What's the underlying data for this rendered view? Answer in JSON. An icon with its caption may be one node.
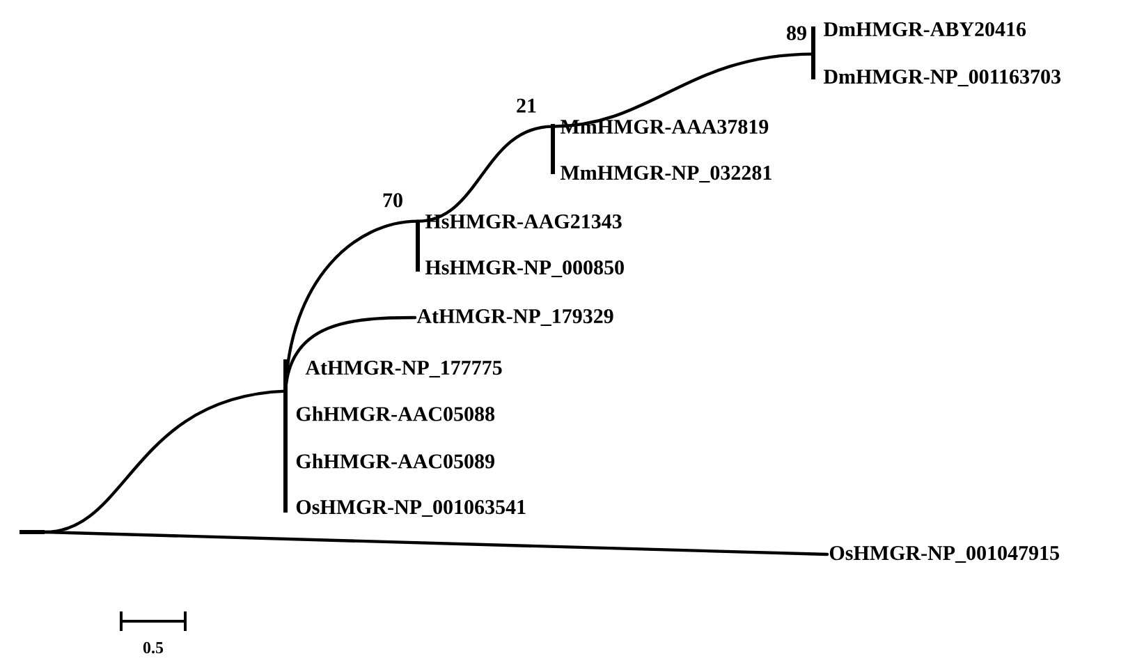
{
  "diagram": {
    "nodes": [
      {
        "text": [],
        "shape": "line"
      },
      {
        "text": [],
        "shape": "bar"
      },
      {
        "text": [
          "AtHMGR-NP_177775"
        ]
      },
      {
        "text": [
          "GhHMGR-AAC05088"
        ]
      },
      {
        "text": [
          "GhHMGR-AAC05089"
        ]
      },
      {
        "text": [
          "OsHMGR-NP_001063541"
        ]
      },
      {
        "text": [
          "AtHMGR-NP_179329"
        ]
      },
      {
        "text": [],
        "shape": "bar",
        "beside": [
          "70"
        ]
      },
      {
        "text": [
          "HsHMGR-AAG21343"
        ]
      },
      {
        "text": [
          "HsHMGR-NP_000850"
        ]
      },
      {
        "text": [],
        "shape": "bar",
        "beside": [
          "21"
        ]
      },
      {
        "text": [
          "MmHMGR-AAA37819"
        ]
      },
      {
        "text": [
          "MmHMGR-NP_032281"
        ]
      },
      {
        "text": [],
        "shape": "bar",
        "beside": [
          "89"
        ]
      },
      {
        "text": [
          "DmHMGR-ABY20416"
        ]
      },
      {
        "text": [
          "DmHMGR-NP_001163703"
        ]
      },
      {
        "text": [
          "OsHMGR-NP_001047915"
        ]
      }
    ],
    "edges": [
      {
        "from": 0,
        "to": 1,
        "arrow": "none"
      },
      {
        "from": 0,
        "to": 16,
        "arrow": "none"
      },
      {
        "from": 1,
        "to": 6,
        "arrow": "none"
      },
      {
        "from": 1,
        "to": 7,
        "arrow": "none"
      },
      {
        "from": 7,
        "to": 10,
        "arrow": "none"
      },
      {
        "from": 10,
        "to": 13,
        "arrow": "none"
      }
    ],
    "labels": [
      "0.5"
    ]
  }
}
